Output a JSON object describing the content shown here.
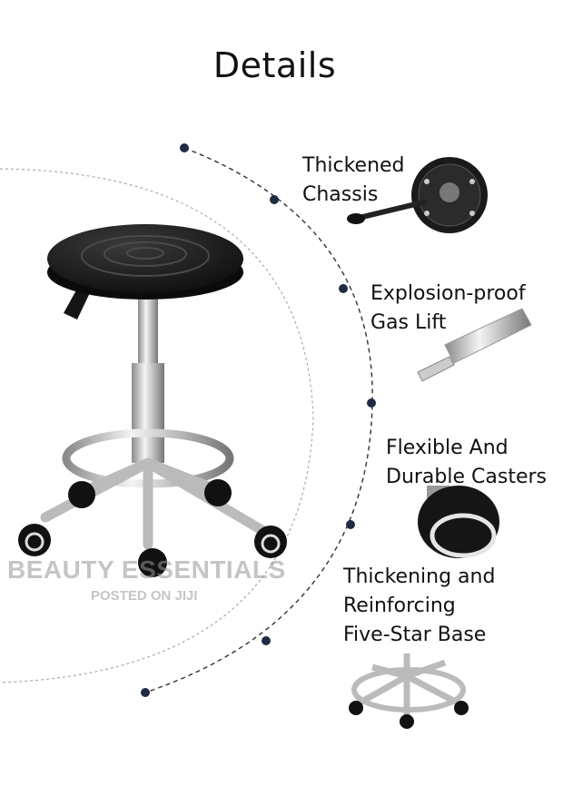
{
  "title": "Details",
  "features": [
    {
      "line1": "Thickened",
      "line2": "Chassis"
    },
    {
      "line1": "Explosion-proof",
      "line2": "Gas Lift"
    },
    {
      "line1": "Flexible And",
      "line2": "Durable Casters"
    },
    {
      "line1": "Thickening and",
      "line2": "Reinforcing",
      "line3": "Five-Star Base"
    }
  ],
  "watermark": {
    "brand": "BEAUTY ESSENTIALS",
    "posted": "POSTED ON JIJI"
  },
  "colors": {
    "accent_dot": "#1f2a44",
    "seat": "#1a1a1a",
    "chrome": "#c8c8c8"
  }
}
